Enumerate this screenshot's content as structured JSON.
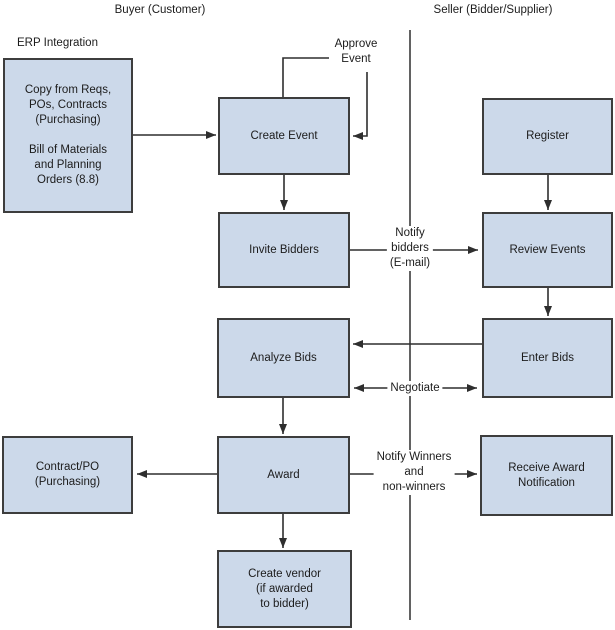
{
  "colors": {
    "node_fill": "#ccd9ea",
    "node_border": "#3d3d3d",
    "line": "#2e2e2e",
    "text": "#1c1c1c",
    "background": "#ffffff"
  },
  "titles": {
    "buyer": "Buyer (Customer)",
    "seller": "Seller (Bidder/Supplier)"
  },
  "annotations": {
    "erp_integration": "ERP Integration"
  },
  "nodes": {
    "erp_source": "Copy from Reqs,\nPOs, Contracts\n(Purchasing)\n\nBill of Materials\nand Planning\nOrders (8.8)",
    "create_event": "Create Event",
    "invite_bidders": "Invite Bidders",
    "analyze_bids": "Analyze Bids",
    "award": "Award",
    "create_vendor": "Create vendor\n(if awarded\nto bidder)",
    "contract_po": "Contract/PO\n(Purchasing)",
    "register": "Register",
    "review_events": "Review Events",
    "enter_bids": "Enter Bids",
    "receive_award": "Receive Award\nNotification"
  },
  "edge_labels": {
    "approve_event": "Approve\nEvent",
    "notify_bidders": "Notify\nbidders\n(E-mail)",
    "negotiate": "Negotiate",
    "notify_winners": "Notify Winners\nand\nnon-winners"
  }
}
